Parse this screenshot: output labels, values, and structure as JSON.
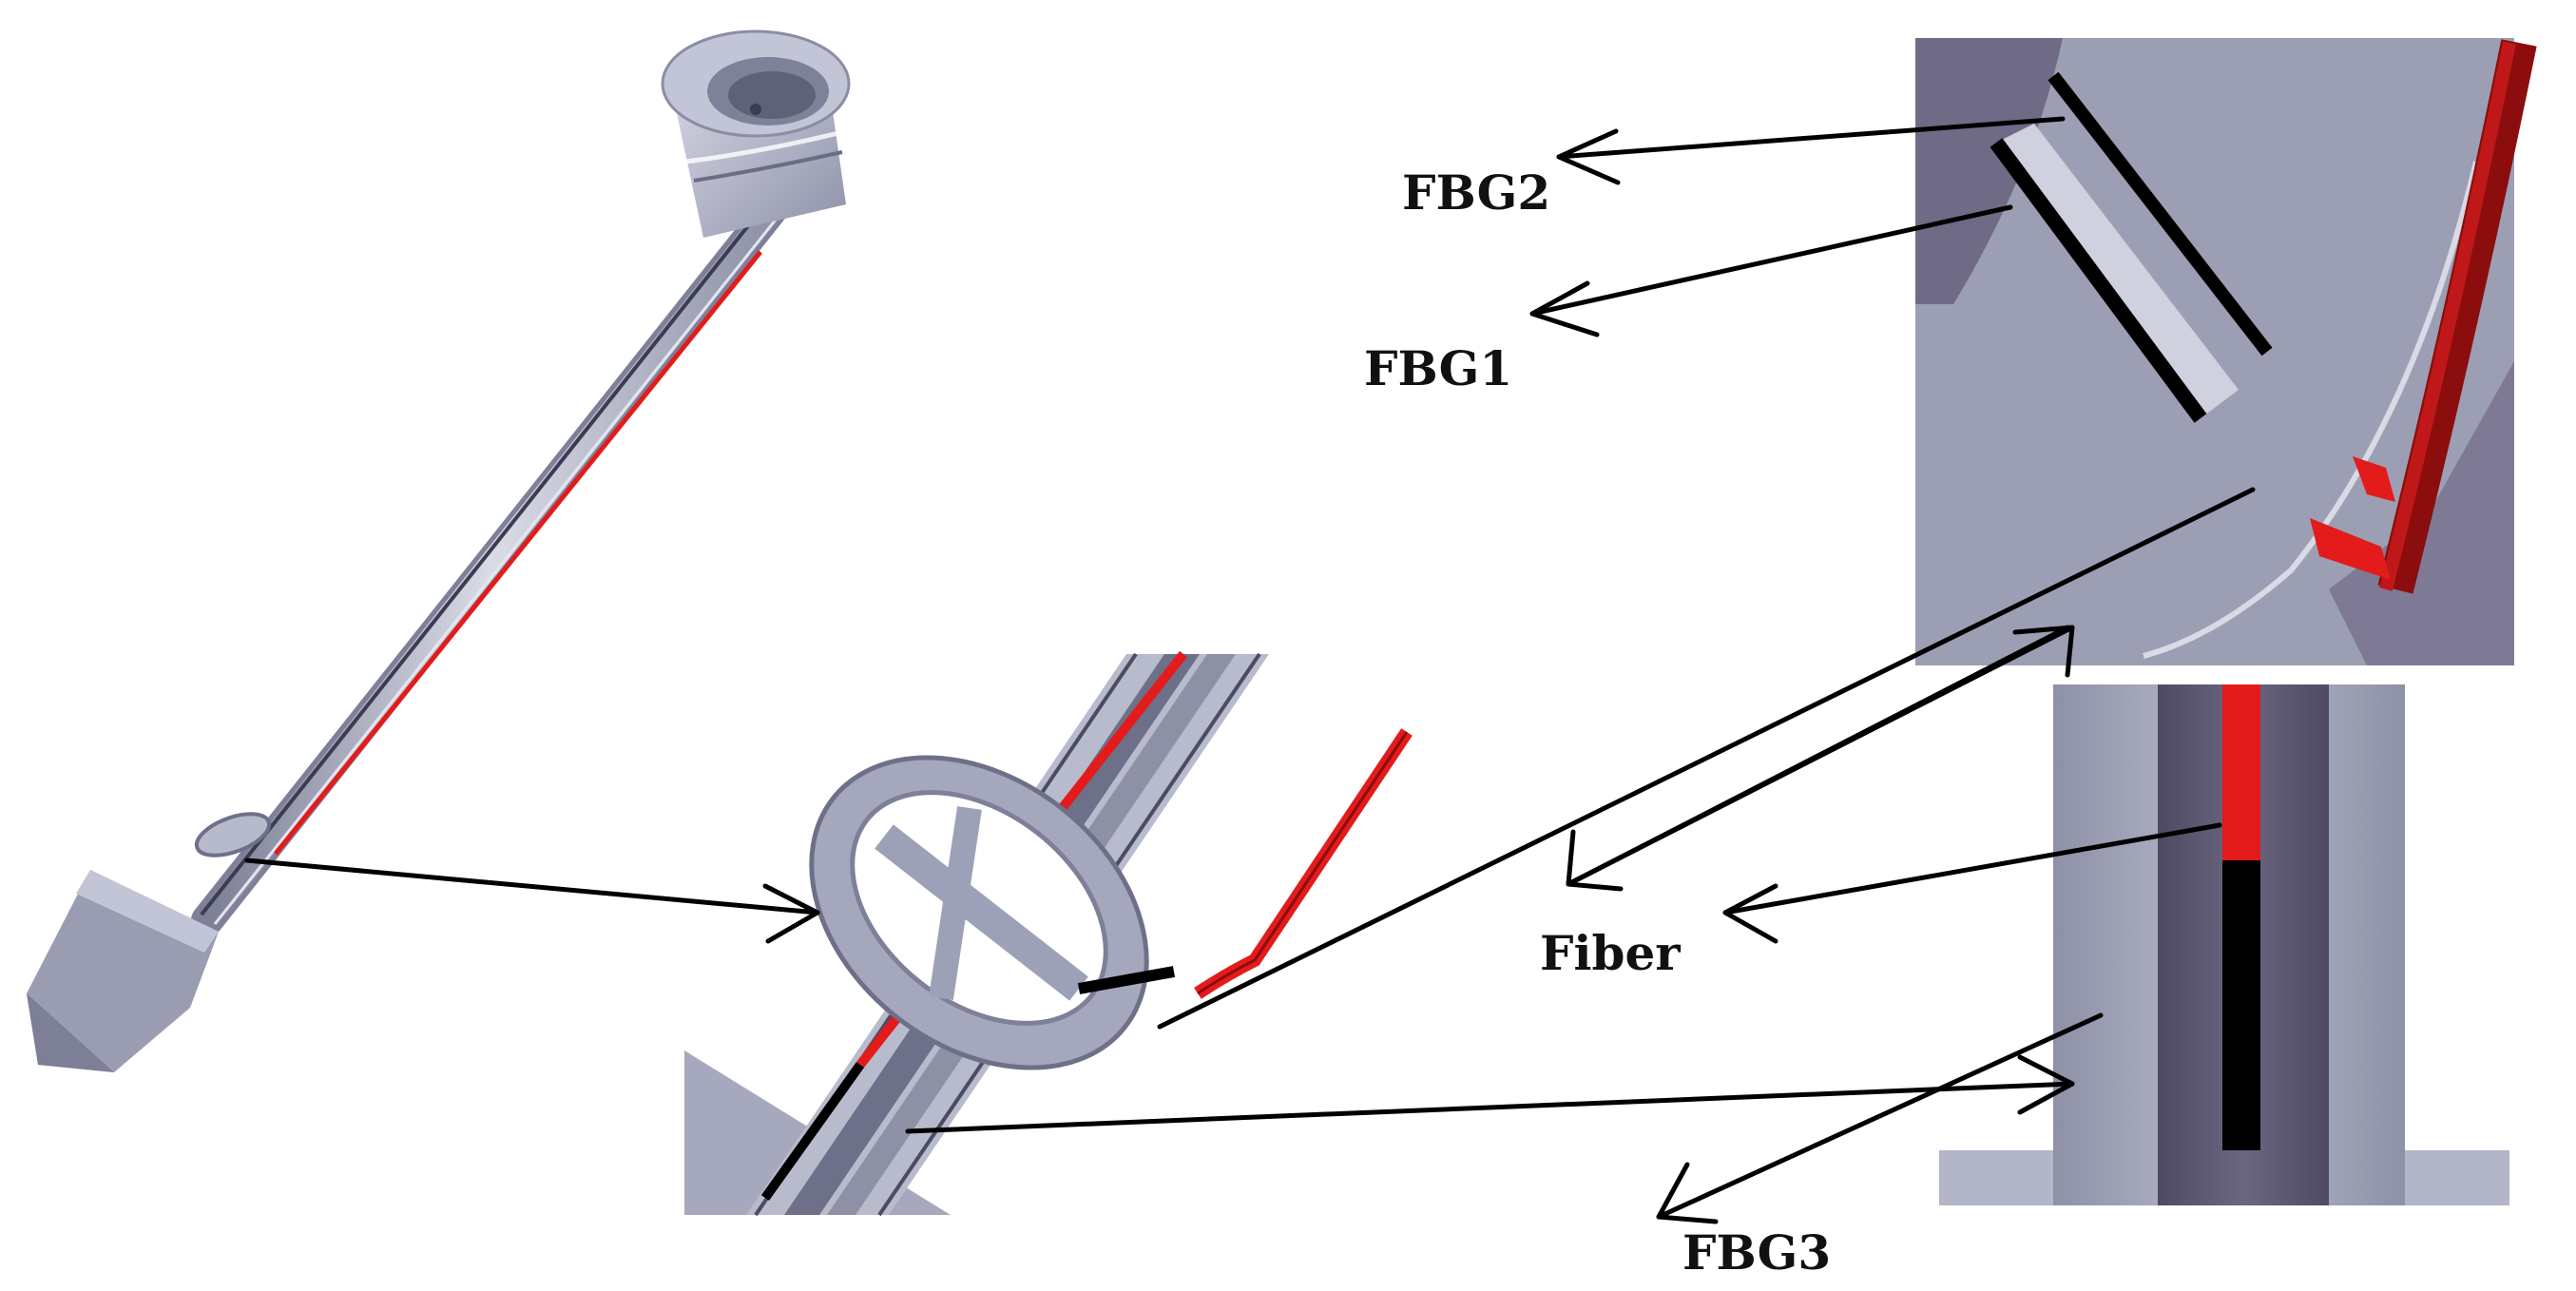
{
  "labels": {
    "fbg2": "FBG2",
    "fbg1": "FBG1",
    "fiber": "Fiber",
    "fbg3": "FBG3"
  },
  "colors": {
    "metal_light": "#c5c8d8",
    "metal_mid": "#9da1b7",
    "metal_dark": "#6d6e84",
    "panel_bg": "#9c9fb3",
    "fiber_red": "#e41b1b",
    "dark_red": "#8c0d0d",
    "black": "#000000"
  }
}
